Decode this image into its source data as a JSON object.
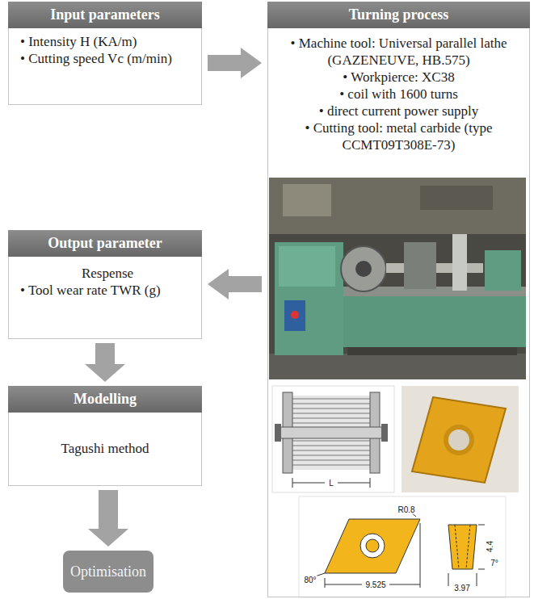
{
  "diagram": {
    "nodes": [
      {
        "text": [
          "Input parameters",
          "• Intensity H (KA/m)",
          "• Cutting speed Vc (m/min)"
        ]
      },
      {
        "text": [
          "Turning process",
          "• Machine tool: Universal parallel lathe (GAZENEUVE, HB.575)",
          "• Workpierce: XC38",
          "• coil with 1600 turns",
          "• direct current power supply",
          "• Cutting tool: metal carbide (type CCMT09T308E-73)"
        ]
      },
      {
        "text": [
          "Output parameter",
          "Respense",
          "• Tool wear rate TWR (g)"
        ]
      },
      {
        "text": [
          "Modelling",
          "Tagushi method"
        ]
      },
      {
        "text": [
          "Optimisation"
        ]
      }
    ],
    "edges": [
      {
        "from": 0,
        "to": 1,
        "arrow": "to"
      },
      {
        "from": 1,
        "to": 2,
        "arrow": "to"
      },
      {
        "from": 2,
        "to": 3,
        "arrow": "to"
      },
      {
        "from": 3,
        "to": 4,
        "arrow": "to"
      }
    ],
    "labels": [
      "L",
      "R0.8",
      "80°",
      "9.525",
      "4.4",
      "7°",
      "3.97"
    ]
  }
}
